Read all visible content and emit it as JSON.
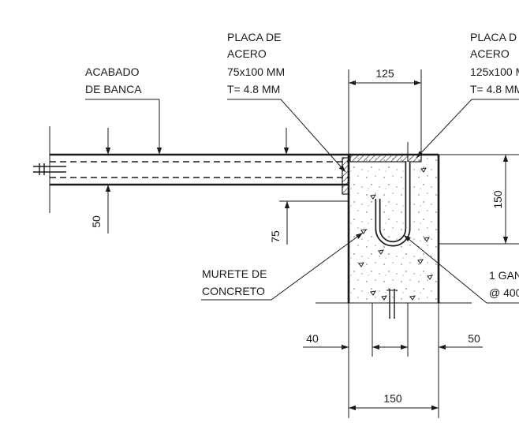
{
  "labels": {
    "placa_left_1": "PLACA DE",
    "placa_left_2": "ACERO",
    "placa_left_3": "75x100 MM",
    "placa_left_4": "T= 4.8 MM",
    "placa_right_1": "PLACA D",
    "placa_right_2": "ACERO",
    "placa_right_3": "125x100 M",
    "placa_right_4": "T= 4.8 MM",
    "acabado_1": "ACABADO",
    "acabado_2": "DE BANCA",
    "murete_1": "MURETE DE",
    "murete_2": "CONCRETO",
    "gancho_1": "1 GAN",
    "gancho_2": "@ 400"
  },
  "dimensions": {
    "top_width": "125",
    "right_height": "150",
    "bench_thickness": "50",
    "plate_height": "75",
    "left_offset": "40",
    "right_offset": "50",
    "wall_width": "150"
  }
}
